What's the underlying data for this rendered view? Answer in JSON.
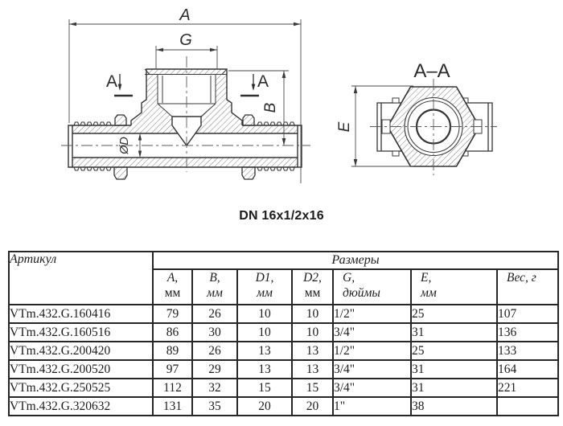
{
  "drawing": {
    "caption": "DN 16x1/2x16",
    "labels": {
      "dim_a": "A",
      "dim_g": "G",
      "dim_b": "B",
      "dim_d": "ØD",
      "dim_e": "E",
      "section_left": "A",
      "section_right": "A",
      "section_title": "A–A"
    }
  },
  "table": {
    "article_header": "Артикул",
    "sizes_header": "Размеры",
    "columns": [
      {
        "name": "A,",
        "unit": "мм"
      },
      {
        "name": "B,",
        "unit": "мм"
      },
      {
        "name": "D1,",
        "unit": "мм"
      },
      {
        "name": "D2,",
        "unit": "мм"
      },
      {
        "name": "G,",
        "unit": "дюймы"
      },
      {
        "name": "E,",
        "unit": "мм"
      },
      {
        "name": "Вес, г",
        "unit": ""
      }
    ],
    "rows": [
      {
        "article": "VTm.432.G.160416",
        "values": [
          "79",
          "26",
          "10",
          "10",
          "1/2\"",
          "25",
          "107"
        ]
      },
      {
        "article": "VTm.432.G.160516",
        "values": [
          "86",
          "30",
          "10",
          "10",
          "3/4\"",
          "31",
          "136"
        ]
      },
      {
        "article": "VTm.432.G.200420",
        "values": [
          "89",
          "26",
          "13",
          "13",
          "1/2\"",
          "25",
          "133"
        ]
      },
      {
        "article": "VTm.432.G.200520",
        "values": [
          "97",
          "29",
          "13",
          "13",
          "3/4\"",
          "31",
          "164"
        ]
      },
      {
        "article": "VTm.432.G.250525",
        "values": [
          "112",
          "32",
          "15",
          "15",
          "3/4\"",
          "31",
          "221"
        ]
      },
      {
        "article": "VTm.432.G.320632",
        "values": [
          "131",
          "35",
          "20",
          "20",
          "1\"",
          "38",
          ""
        ]
      }
    ]
  }
}
